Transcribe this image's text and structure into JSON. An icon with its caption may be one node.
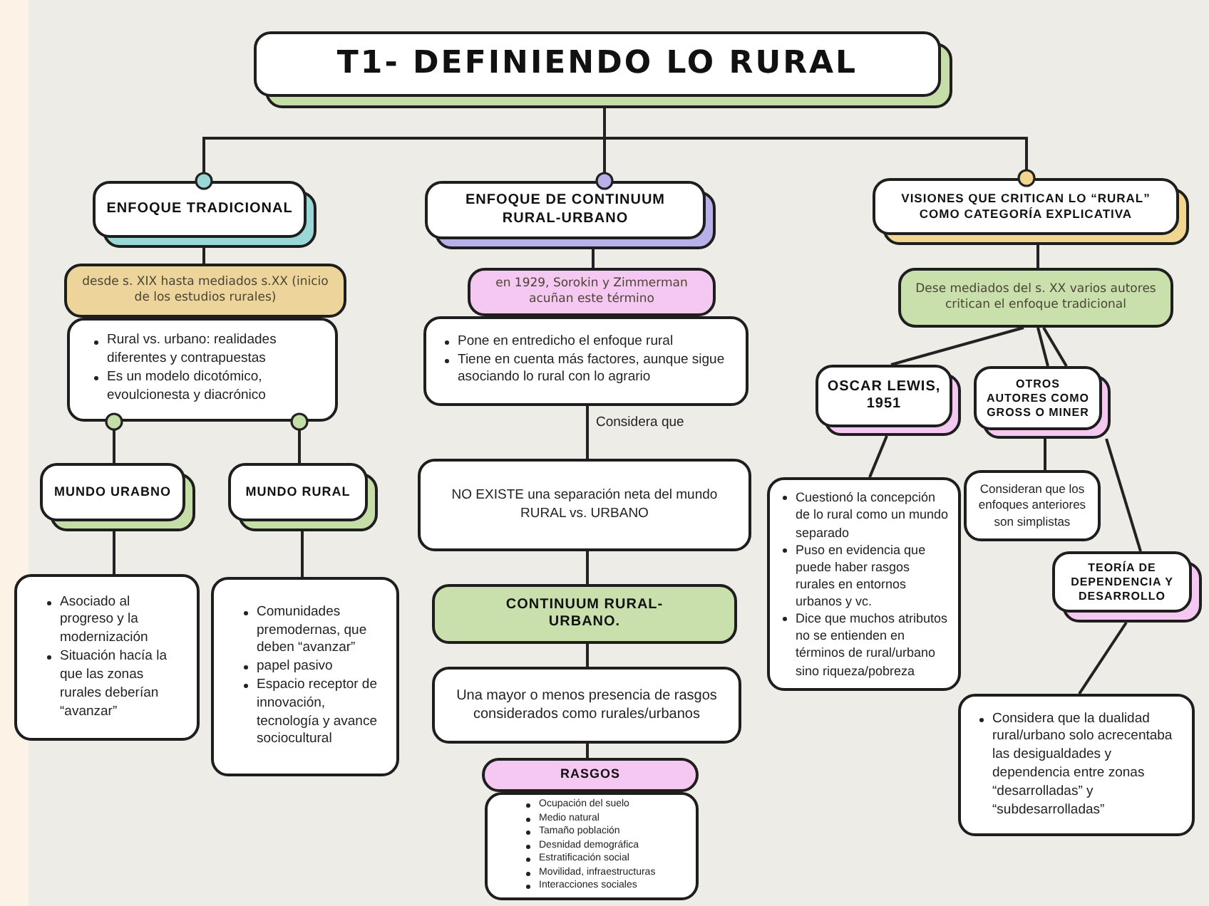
{
  "diagram": {
    "nodes": [
      {
        "text": [
          "T1- DEFINIENDO LO RURAL"
        ]
      },
      {
        "text": [
          "ENFOQUE TRADICIONAL"
        ]
      },
      {
        "text": [
          "desde s. XIX hasta mediados s.XX (inicio de los estudios rurales)"
        ]
      },
      {
        "text": [
          "Rural vs. urbano: realidades diferentes y contrapuestas",
          "Es un modelo dicotómico, evoulcionesta y diacrónico"
        ]
      },
      {
        "text": [
          "MUNDO URABNO"
        ]
      },
      {
        "text": [
          "MUNDO RURAL"
        ]
      },
      {
        "text": [
          "Asociado al progreso y la modernización",
          "Situación hacía la que las zonas rurales deberían “avanzar”"
        ]
      },
      {
        "text": [
          "Comunidades premodernas, que deben “avanzar”",
          "papel pasivo",
          "Espacio receptor de innovación, tecnología y avance sociocultural"
        ]
      },
      {
        "text": [
          "ENFOQUE DE CONTINUUM RURAL-URBANO"
        ]
      },
      {
        "text": [
          "en 1929, Sorokin y Zimmerman acuñan este término"
        ]
      },
      {
        "text": [
          "Pone en entredicho el enfoque rural",
          "Tiene en cuenta más factores, aunque sigue asociando lo rural con lo agrario"
        ]
      },
      {
        "text": [
          "NO EXISTE una separación neta del mundo RURAL vs. URBANO"
        ]
      },
      {
        "text": [
          "CONTINUUM RURAL-URBANO."
        ]
      },
      {
        "text": [
          "Una mayor o menos presencia de rasgos considerados como rurales/urbanos"
        ]
      },
      {
        "text": [
          "RASGOS"
        ]
      },
      {
        "text": [
          "Ocupación del suelo",
          "Medio natural",
          "Tamaño población",
          "Desnidad demográfica",
          "Estratificación social",
          "Movilidad, infraestructuras",
          "Interacciones sociales"
        ]
      },
      {
        "text": [
          "VISIONES QUE CRITICAN LO “RURAL” COMO CATEGORÍA EXPLICATIVA"
        ]
      },
      {
        "text": [
          "Dese mediados del s. XX varios autores critican el enfoque tradicional"
        ]
      },
      {
        "text": [
          "OSCAR LEWIS, 1951"
        ]
      },
      {
        "text": [
          "OTROS AUTORES COMO GROSS O MINER"
        ]
      },
      {
        "text": [
          "Cuestionó la concepción de lo rural como un mundo separado",
          "Puso en evidencia que puede haber rasgos rurales en entornos urbanos y vc.",
          "Dice que muchos atributos no se entienden en términos de rural/urbano sino riqueza/pobreza"
        ]
      },
      {
        "text": [
          "Consideran que los enfoques anteriores son simplistas"
        ]
      },
      {
        "text": [
          "TEORÍA DE DEPENDENCIA Y DESARROLLO"
        ]
      },
      {
        "text": [
          "Considera que la dualidad rural/urbano solo acrecentaba las desigualdades y dependencia entre zonas “desarrolladas” y “subdesarrolladas”"
        ]
      }
    ],
    "edges": [
      {
        "from": 0,
        "to": 1,
        "arrow": "other"
      },
      {
        "from": 0,
        "to": 8,
        "arrow": "other"
      },
      {
        "from": 0,
        "to": 16,
        "arrow": "other"
      },
      {
        "from": 1,
        "to": 2,
        "arrow": "none"
      },
      {
        "from": 3,
        "to": 4,
        "arrow": "other"
      },
      {
        "from": 3,
        "to": 5,
        "arrow": "other"
      },
      {
        "from": 4,
        "to": 6,
        "arrow": "none"
      },
      {
        "from": 5,
        "to": 7,
        "arrow": "none"
      },
      {
        "from": 8,
        "to": 9,
        "arrow": "none"
      },
      {
        "from": 10,
        "to": 11,
        "arrow": "none",
        "label": "Considera que"
      },
      {
        "from": 11,
        "to": 12,
        "arrow": "none"
      },
      {
        "from": 12,
        "to": 13,
        "arrow": "none"
      },
      {
        "from": 13,
        "to": 14,
        "arrow": "none"
      },
      {
        "from": 16,
        "to": 17,
        "arrow": "none"
      },
      {
        "from": 17,
        "to": 18,
        "arrow": "none"
      },
      {
        "from": 17,
        "to": 19,
        "arrow": "none"
      },
      {
        "from": 17,
        "to": 19,
        "arrow": "none"
      },
      {
        "from": 18,
        "to": 20,
        "arrow": "none"
      },
      {
        "from": 19,
        "to": 21,
        "arrow": "none"
      },
      {
        "from": 19,
        "to": 22,
        "arrow": "none"
      },
      {
        "from": 22,
        "to": 23,
        "arrow": "none"
      }
    ]
  }
}
